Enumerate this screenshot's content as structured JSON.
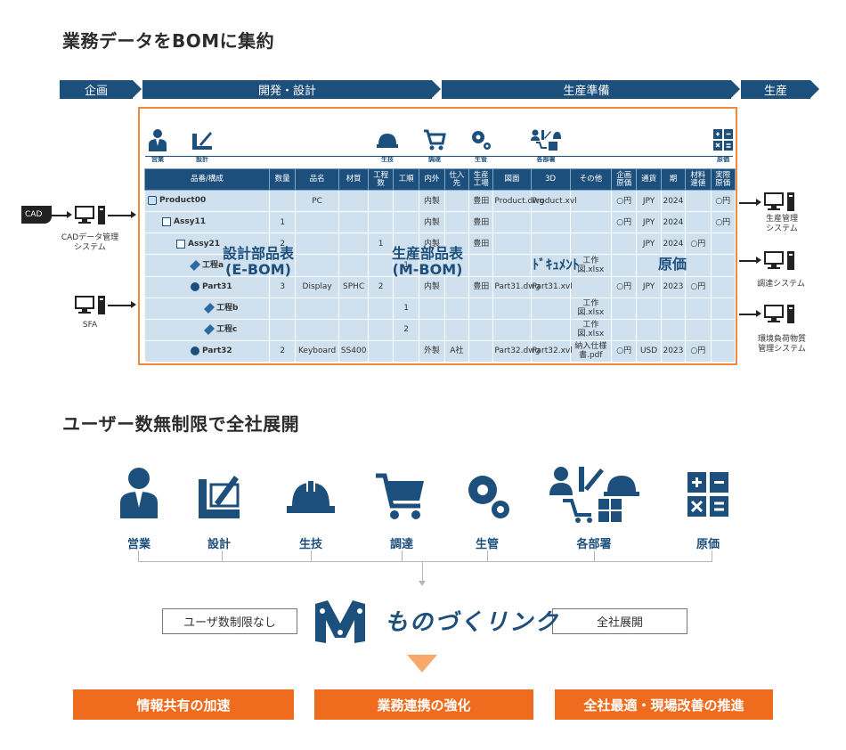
{
  "section1": {
    "title": "業務データをBOMに集約"
  },
  "section2": {
    "title": "ユーザー数無制限で全社展開"
  },
  "phases": [
    "企画",
    "開発・設計",
    "生産準備",
    "生産"
  ],
  "top_roles": [
    "営業",
    "設計",
    "生技",
    "調達",
    "生管",
    "各部署",
    "原価"
  ],
  "table": {
    "headers": [
      "品番/構成",
      "数量",
      "品名",
      "材質",
      "工程数",
      "工順",
      "内外",
      "仕入先",
      "生産工場",
      "図面",
      "3D",
      "その他",
      "企画原価",
      "通貨",
      "期",
      "材料連値",
      "実際原価"
    ],
    "rows": [
      [
        "Product00",
        "",
        "PC",
        "",
        "",
        "",
        "内製",
        "",
        "豊田",
        "Product.dwg",
        "Product.xvl",
        "",
        "○円",
        "JPY",
        "2024",
        "",
        "○円"
      ],
      [
        "Assy11",
        "1",
        "",
        "",
        "",
        "",
        "内製",
        "",
        "豊田",
        "",
        "",
        "",
        "○円",
        "JPY",
        "2024",
        "",
        "○円"
      ],
      [
        "Assy21",
        "2",
        "",
        "",
        "1",
        "",
        "内製",
        "",
        "豊田",
        "",
        "",
        "",
        "",
        "JPY",
        "2024",
        "○円",
        ""
      ],
      [
        "工程a",
        "",
        "",
        "",
        "",
        "1",
        "",
        "",
        "",
        "",
        "",
        "工作図.xlsx",
        "",
        "",
        "",
        "",
        ""
      ],
      [
        "Part31",
        "3",
        "Display",
        "SPHC",
        "2",
        "",
        "内製",
        "",
        "豊田",
        "Part31.dwg",
        "Part31.xvl",
        "",
        "○円",
        "JPY",
        "2023",
        "○円",
        ""
      ],
      [
        "工程b",
        "",
        "",
        "",
        "",
        "1",
        "",
        "",
        "",
        "",
        "",
        "工作図.xlsx",
        "",
        "",
        "",
        "",
        ""
      ],
      [
        "工程c",
        "",
        "",
        "",
        "",
        "2",
        "",
        "",
        "",
        "",
        "",
        "工作図.xlsx",
        "",
        "",
        "",
        "",
        ""
      ],
      [
        "Part32",
        "2",
        "Keyboard",
        "SS400",
        "",
        "",
        "外製",
        "A社",
        "",
        "Part32.dwg",
        "Part32.xvl",
        "納入仕様書.pdf",
        "○円",
        "USD",
        "2023",
        "○円",
        ""
      ]
    ]
  },
  "overlays": {
    "ebom": "設計部品表\n(E-BOM)",
    "mbom": "生産部品表\n(M-BOM)",
    "document": "ﾄﾞｷｭﾒﾝﾄ",
    "cost": "原価"
  },
  "left_systems": {
    "cad_doc": "CAD",
    "cad_system": "CADデータ管理\nシステム",
    "sfa": "SFA"
  },
  "right_systems": [
    "生産管理\nシステム",
    "調達システム",
    "環境負荷物質\n管理システム"
  ],
  "roles": [
    "営業",
    "設計",
    "生技",
    "調達",
    "生管",
    "各部署",
    "原価"
  ],
  "tags": {
    "left": "ユーザ数制限なし",
    "right": "全社展開"
  },
  "logo": {
    "text": "ものづくリンク"
  },
  "benefits": [
    "情報共有の加速",
    "業務連携の強化",
    "全社最適・現場改善の推進"
  ],
  "colors": {
    "navy": "#1d4f7c",
    "orange": "#ef6c1f",
    "frame": "#f08a3a",
    "cell": "#cfe0ee"
  }
}
